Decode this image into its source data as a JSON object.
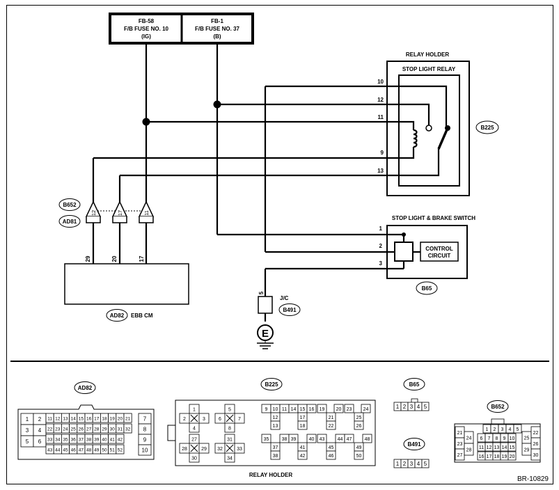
{
  "fuses": [
    {
      "id": "FB-58",
      "name": "F/B FUSE NO. 10",
      "circuit": "(IG)"
    },
    {
      "id": "FB-1",
      "name": "F/B FUSE NO. 37",
      "circuit": "(B)"
    }
  ],
  "relay_holder_label": "RELAY HOLDER",
  "stop_light_relay_label": "STOP LIGHT RELAY",
  "relay_connector": "B225",
  "relay_pins": [
    "10",
    "12",
    "11",
    "9",
    "13"
  ],
  "switch_label": "STOP LIGHT & BRAKE SWITCH",
  "switch_pins": [
    "1",
    "2",
    "3"
  ],
  "control_circuit": [
    "CONTROL",
    "CIRCUIT"
  ],
  "switch_connector": "B65",
  "inline_connectors": [
    "B652",
    "AD81"
  ],
  "inline_pins": [
    "12",
    "17",
    "11"
  ],
  "ecm_pins": [
    "29",
    "20",
    "17"
  ],
  "ecm_connector": "AD82",
  "ecm_label": "EBB CM",
  "jc_pin": "5",
  "jc_label": "J/C",
  "jc_connector": "B491",
  "ground_symbol": "E",
  "bottom": {
    "ad82": "AD82",
    "ad82_left": [
      "1",
      "2",
      "3",
      "4",
      "5",
      "6"
    ],
    "ad82_right": [
      "7",
      "8",
      "9",
      "10"
    ],
    "ad82_rows": [
      [
        "11",
        "12",
        "13",
        "14",
        "15",
        "16",
        "17",
        "18",
        "19",
        "20",
        "21"
      ],
      [
        "22",
        "23",
        "24",
        "25",
        "26",
        "27",
        "28",
        "29",
        "30",
        "31",
        "32"
      ],
      [
        "33",
        "34",
        "35",
        "36",
        "37",
        "38",
        "39",
        "40",
        "41",
        "42"
      ],
      [
        "43",
        "44",
        "45",
        "46",
        "47",
        "48",
        "49",
        "50",
        "51",
        "52"
      ]
    ],
    "b225": "B225",
    "b225_relay_pins": [
      [
        "1",
        "2",
        "3",
        "4"
      ],
      [
        "5",
        "6",
        "7",
        "8"
      ],
      [
        "27",
        "28",
        "29",
        "30"
      ],
      [
        "31",
        "32",
        "33",
        "34"
      ]
    ],
    "b225_top_row": [
      "9",
      "10",
      "11",
      "14",
      "15",
      "16",
      "19",
      "20",
      "23",
      "24"
    ],
    "b225_top_sub": [
      "12",
      "13",
      "17",
      "18",
      "21",
      "22",
      "25",
      "26"
    ],
    "b225_bot_row": [
      "35",
      "38",
      "39",
      "40",
      "43",
      "44",
      "47",
      "48"
    ],
    "b225_bot_sub": [
      "37",
      "38",
      "41",
      "42",
      "45",
      "46",
      "49",
      "50"
    ],
    "relay_holder_caption": "RELAY HOLDER",
    "b65": "B65",
    "b65_pins": [
      "1",
      "2",
      "3",
      "4",
      "5"
    ],
    "b491": "B491",
    "b491_pins": [
      "1",
      "2",
      "3",
      "4",
      "5"
    ],
    "b652": "B652",
    "b652_left": [
      "21",
      "23",
      "27"
    ],
    "b652_left2": [
      "24",
      "28"
    ],
    "b652_top": [
      "1",
      "2",
      "3",
      "4",
      "5"
    ],
    "b652_row2": [
      "6",
      "7",
      "8",
      "9",
      "10"
    ],
    "b652_row3": [
      "11",
      "12",
      "13",
      "14",
      "15"
    ],
    "b652_row4": [
      "16",
      "17",
      "18",
      "19",
      "20"
    ],
    "b652_right2": [
      "25",
      "29"
    ],
    "b652_right": [
      "22",
      "26",
      "30"
    ]
  },
  "figure_id": "BR-10829"
}
